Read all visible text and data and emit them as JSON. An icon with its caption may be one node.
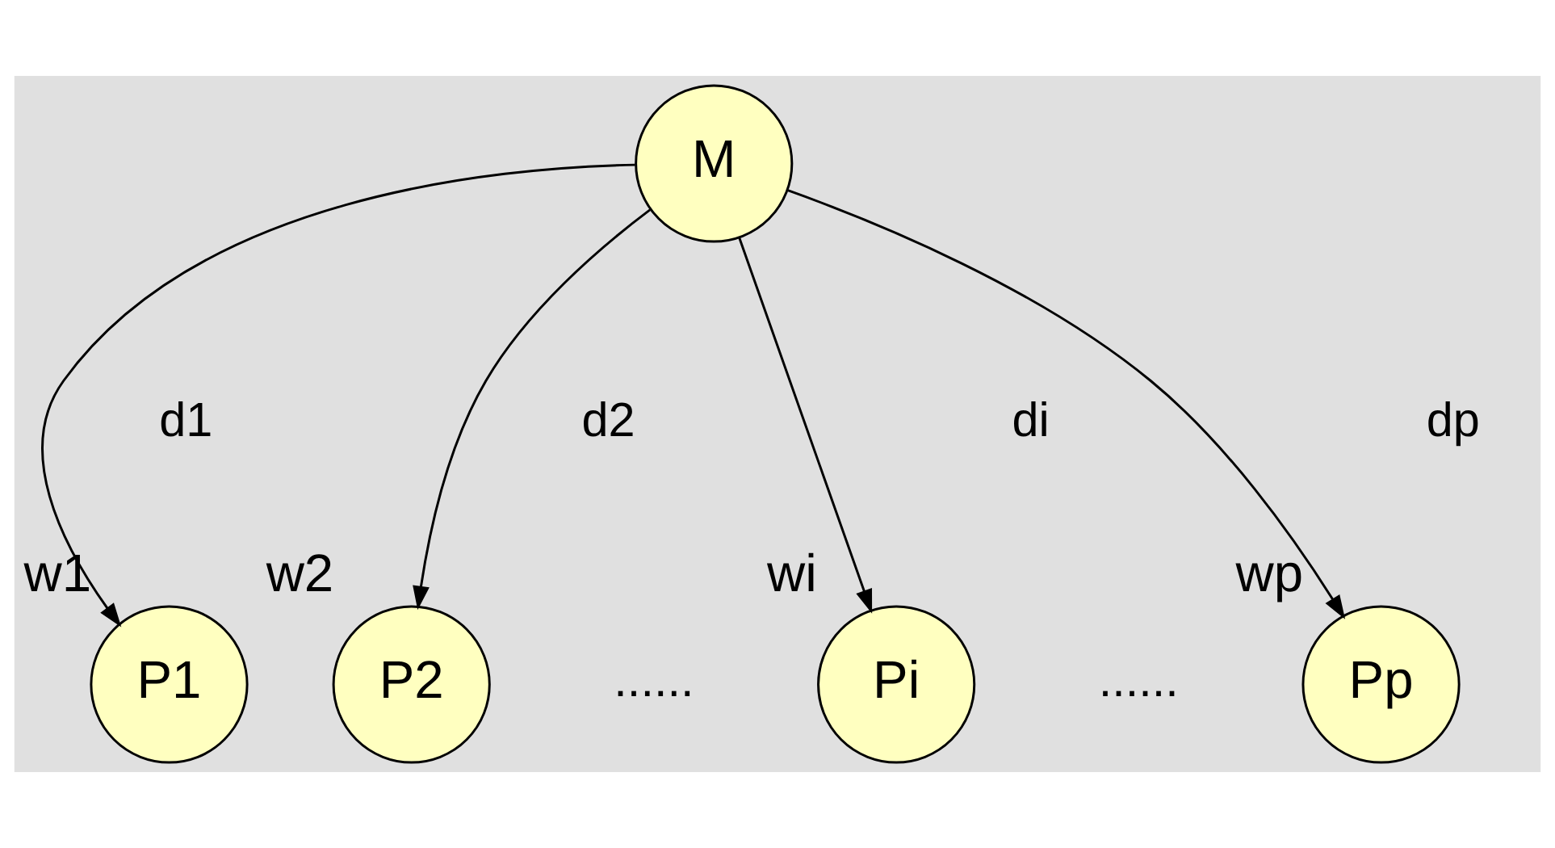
{
  "diagram": {
    "nodes": [
      {
        "text": [
          "M"
        ]
      },
      {
        "text": [
          "P1"
        ],
        "beside": [
          "w1"
        ]
      },
      {
        "text": [
          "P2"
        ],
        "beside": [
          "w2"
        ]
      },
      {
        "text": [
          "Pi"
        ],
        "beside": [
          "wi"
        ]
      },
      {
        "text": [
          "Pp"
        ],
        "beside": [
          "wp"
        ]
      }
    ],
    "edges": [
      {
        "from": 0,
        "to": 1,
        "arrow": "to"
      },
      {
        "from": 0,
        "to": 2,
        "arrow": "to"
      },
      {
        "from": 0,
        "to": 3,
        "arrow": "to"
      },
      {
        "from": 0,
        "to": 4,
        "arrow": "to"
      }
    ],
    "labels": [
      "d1",
      "d2",
      "di",
      "dp",
      "......",
      "......"
    ]
  }
}
